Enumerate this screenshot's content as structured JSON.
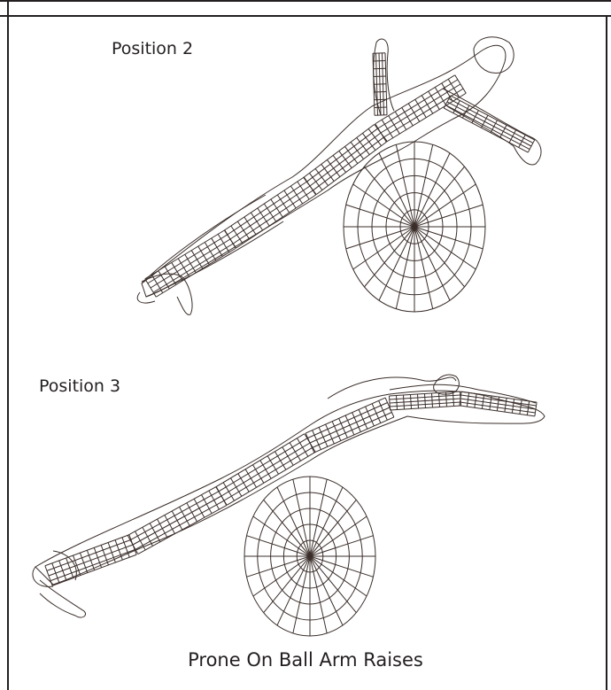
{
  "labels": {
    "position_2": "Position 2",
    "position_3": "Position 3"
  },
  "caption": "Prone On Ball Arm Raises",
  "colors": {
    "line": "#3a2e2a",
    "frame": "#231f20",
    "background": "#ffffff"
  },
  "figures": [
    {
      "name": "position-2",
      "ball_spokes": 24,
      "ball_rings": 5
    },
    {
      "name": "position-3",
      "ball_spokes": 24,
      "ball_rings": 5
    }
  ]
}
